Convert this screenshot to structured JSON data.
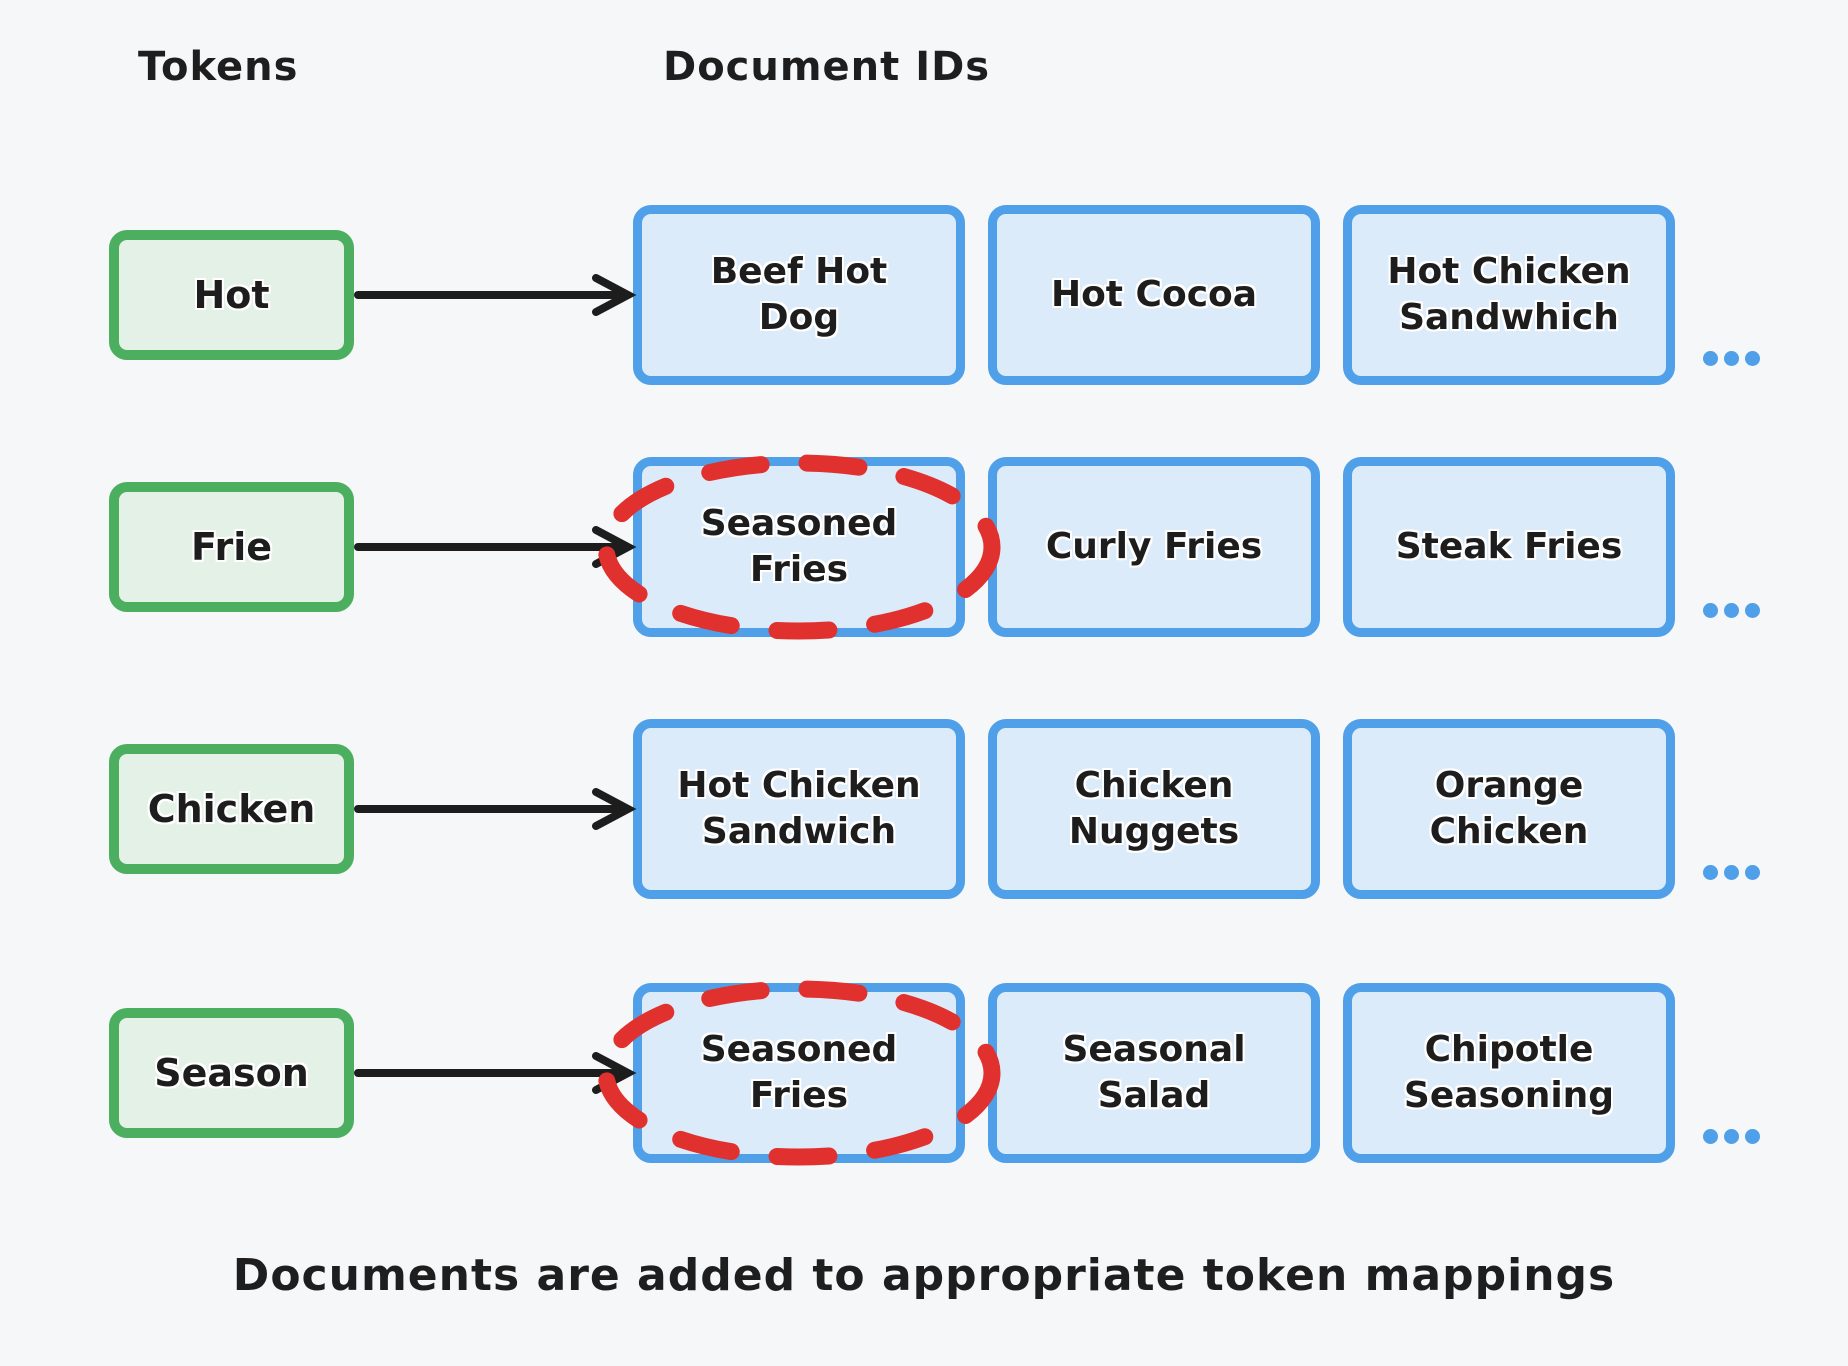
{
  "headers": {
    "tokens": "Tokens",
    "document_ids": "Document IDs"
  },
  "rows": [
    {
      "token": "Hot",
      "documents": [
        "Beef Hot\nDog",
        "Hot Cocoa",
        "Hot Chicken\nSandwhich"
      ],
      "highlighted_document_index": null,
      "more_indicator": "..."
    },
    {
      "token": "Frie",
      "documents": [
        "Seasoned\nFries",
        "Curly Fries",
        "Steak Fries"
      ],
      "highlighted_document_index": 0,
      "more_indicator": "..."
    },
    {
      "token": "Chicken",
      "documents": [
        "Hot Chicken\nSandwich",
        "Chicken\nNuggets",
        "Orange\nChicken"
      ],
      "highlighted_document_index": 0,
      "more_indicator": "..."
    },
    {
      "token": "Season",
      "documents": [
        "Seasoned\nFries",
        "Seasonal\nSalad",
        "Chipotle\nSeasoning"
      ],
      "highlighted_document_index": 0,
      "more_indicator": "..."
    }
  ],
  "caption": "Documents are added to appropriate token mappings",
  "colors": {
    "background": "#f5f7f9",
    "token_border": "#4caf5f",
    "token_fill": "#e4f1e6",
    "document_border": "#4f9fe9",
    "document_fill": "#dcebf9",
    "highlight_red": "#e0312e",
    "arrow_black": "#1d1d1d",
    "ellipsis_blue": "#4f9fe9"
  }
}
